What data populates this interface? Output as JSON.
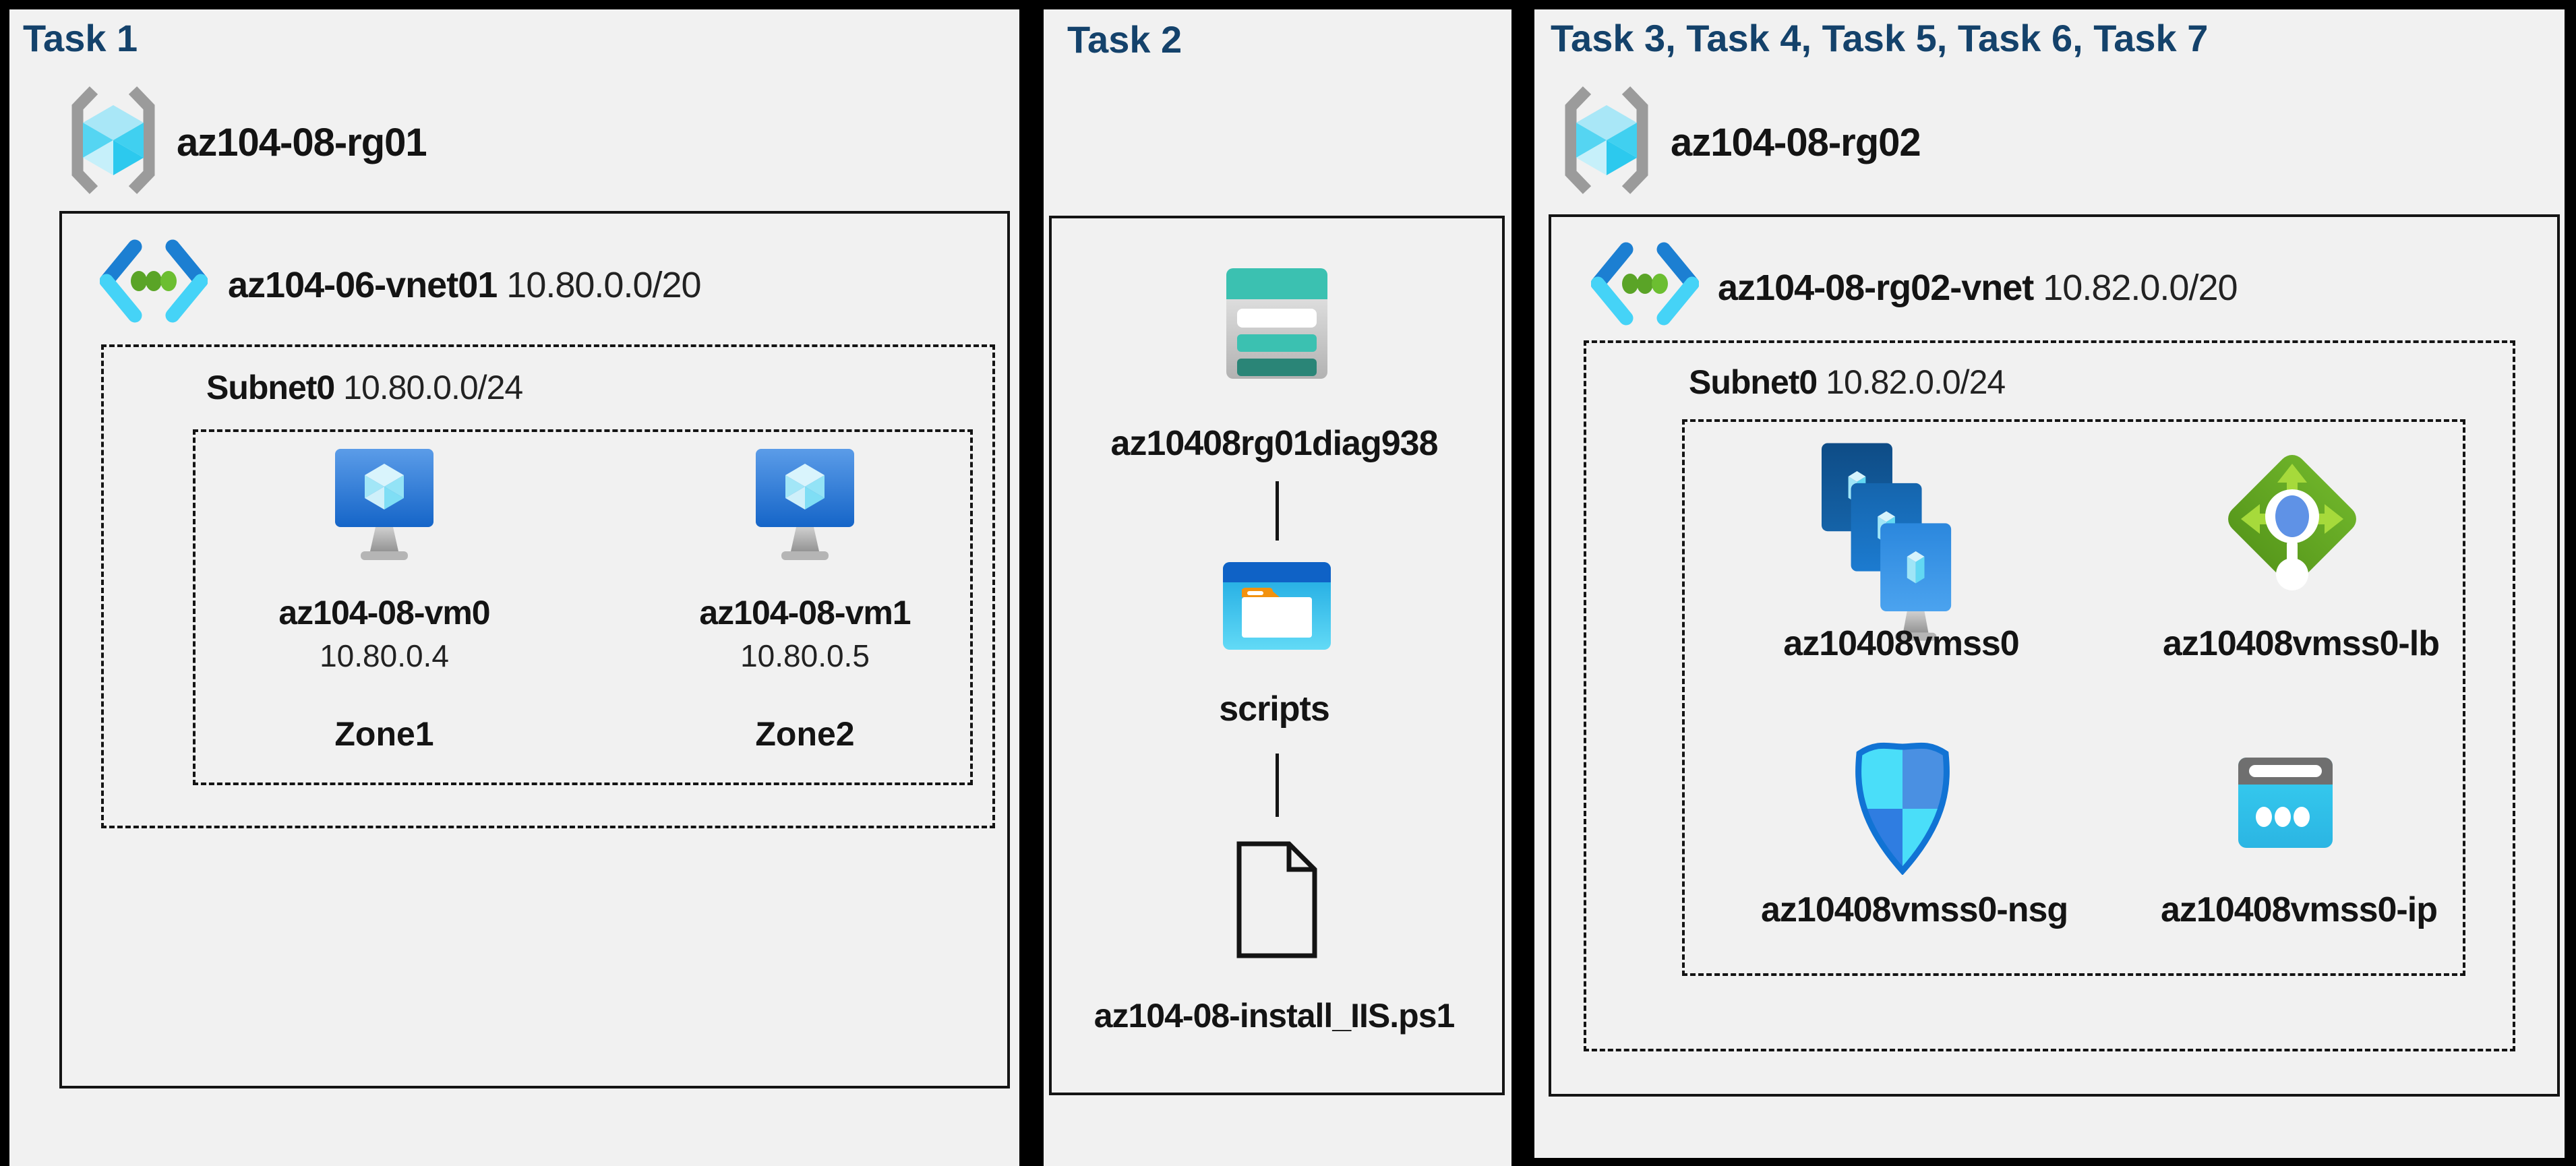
{
  "colors": {
    "page_background": "#000000",
    "panel_background": "#f1f1f1",
    "heading_navy": "#14426b",
    "text": "#141414",
    "azure_blue": "#1c7fd2",
    "light_cyan": "#45d3f7",
    "green_dot": "#5aa427",
    "storage_teal": "#3bc1b1",
    "storage_dark_teal": "#2a8577",
    "folder_orange": "#f2920f",
    "lb_green": "#65ab24",
    "lb_arrow_green": "#a6da3b",
    "nsg_outline_blue": "#1173d4",
    "ip_cyan": "#35ccef"
  },
  "icons": {
    "resource_group": "resource-group-icon (gray brackets with cyan cube)",
    "virtual_network": "vnet-icon (blue chevrons with three green dots)",
    "virtual_machine": "vm-icon (blue monitor with cyan cube)",
    "storage_account": "storage-account-icon (teal striped table)",
    "blob_container": "blob-container-icon (blue window with white folder, orange tab)",
    "file": "file-icon (black outlined document with folded corner)",
    "vm_scale_set": "vmss-icon (three stacked blue cards with crystals on a stand)",
    "load_balancer": "load-balancer-icon (green diamond with arrows and white probe)",
    "network_security_group": "nsg-icon (quartered blue shield)",
    "public_ip": "public-ip-icon (cyan browser with three white dots)"
  },
  "panels": [
    {
      "heading": "Task 1",
      "resource_group": {
        "name": "az104-08-rg01"
      },
      "vnet": {
        "name": "az104-06-vnet01",
        "cidr": "10.80.0.0/20"
      },
      "subnet": {
        "name": "Subnet0",
        "cidr": "10.80.0.0/24"
      },
      "vms": [
        {
          "name": "az104-08-vm0",
          "ip": "10.80.0.4",
          "zone": "Zone1"
        },
        {
          "name": "az104-08-vm1",
          "ip": "10.80.0.5",
          "zone": "Zone2"
        }
      ]
    },
    {
      "heading": "Task 2",
      "storage_account": "az10408rg01diag938",
      "container": "scripts",
      "file": "az104-08-install_IIS.ps1"
    },
    {
      "heading": "Task 3, Task 4, Task 5, Task 6, Task 7",
      "resource_group": {
        "name": "az104-08-rg02"
      },
      "vnet": {
        "name": "az104-08-rg02-vnet",
        "cidr": "10.82.0.0/20"
      },
      "subnet": {
        "name": "Subnet0",
        "cidr": "10.82.0.0/24"
      },
      "resources": [
        {
          "name": "az10408vmss0",
          "type": "vm-scale-set"
        },
        {
          "name": "az10408vmss0-lb",
          "type": "load-balancer"
        },
        {
          "name": "az10408vmss0-nsg",
          "type": "network-security-group"
        },
        {
          "name": "az10408vmss0-ip",
          "type": "public-ip"
        }
      ]
    }
  ]
}
